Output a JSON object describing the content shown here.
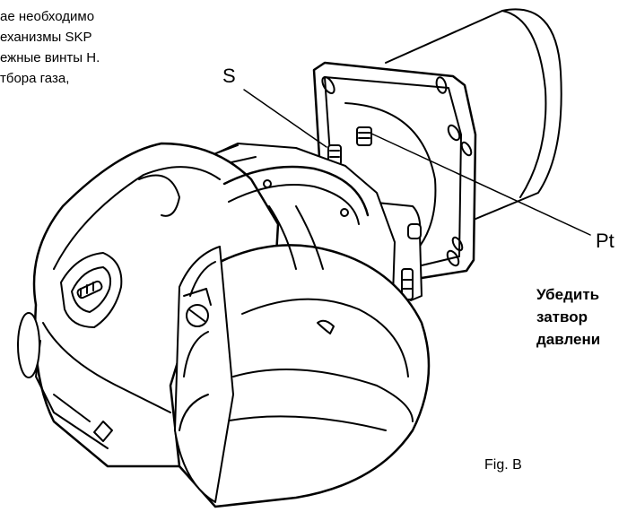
{
  "intro_text": {
    "line1": "ае необходимо",
    "line2": "еханизмы SKP",
    "line3": "ежные винты H.",
    "line4": "тбора газа,"
  },
  "labels": {
    "s": "S",
    "pt": "Pt",
    "fig": "Fig. B"
  },
  "note": {
    "line1": "Убедить",
    "line2": "затвор",
    "line3": "давлени"
  },
  "colors": {
    "line": "#000000",
    "background": "#ffffff"
  }
}
